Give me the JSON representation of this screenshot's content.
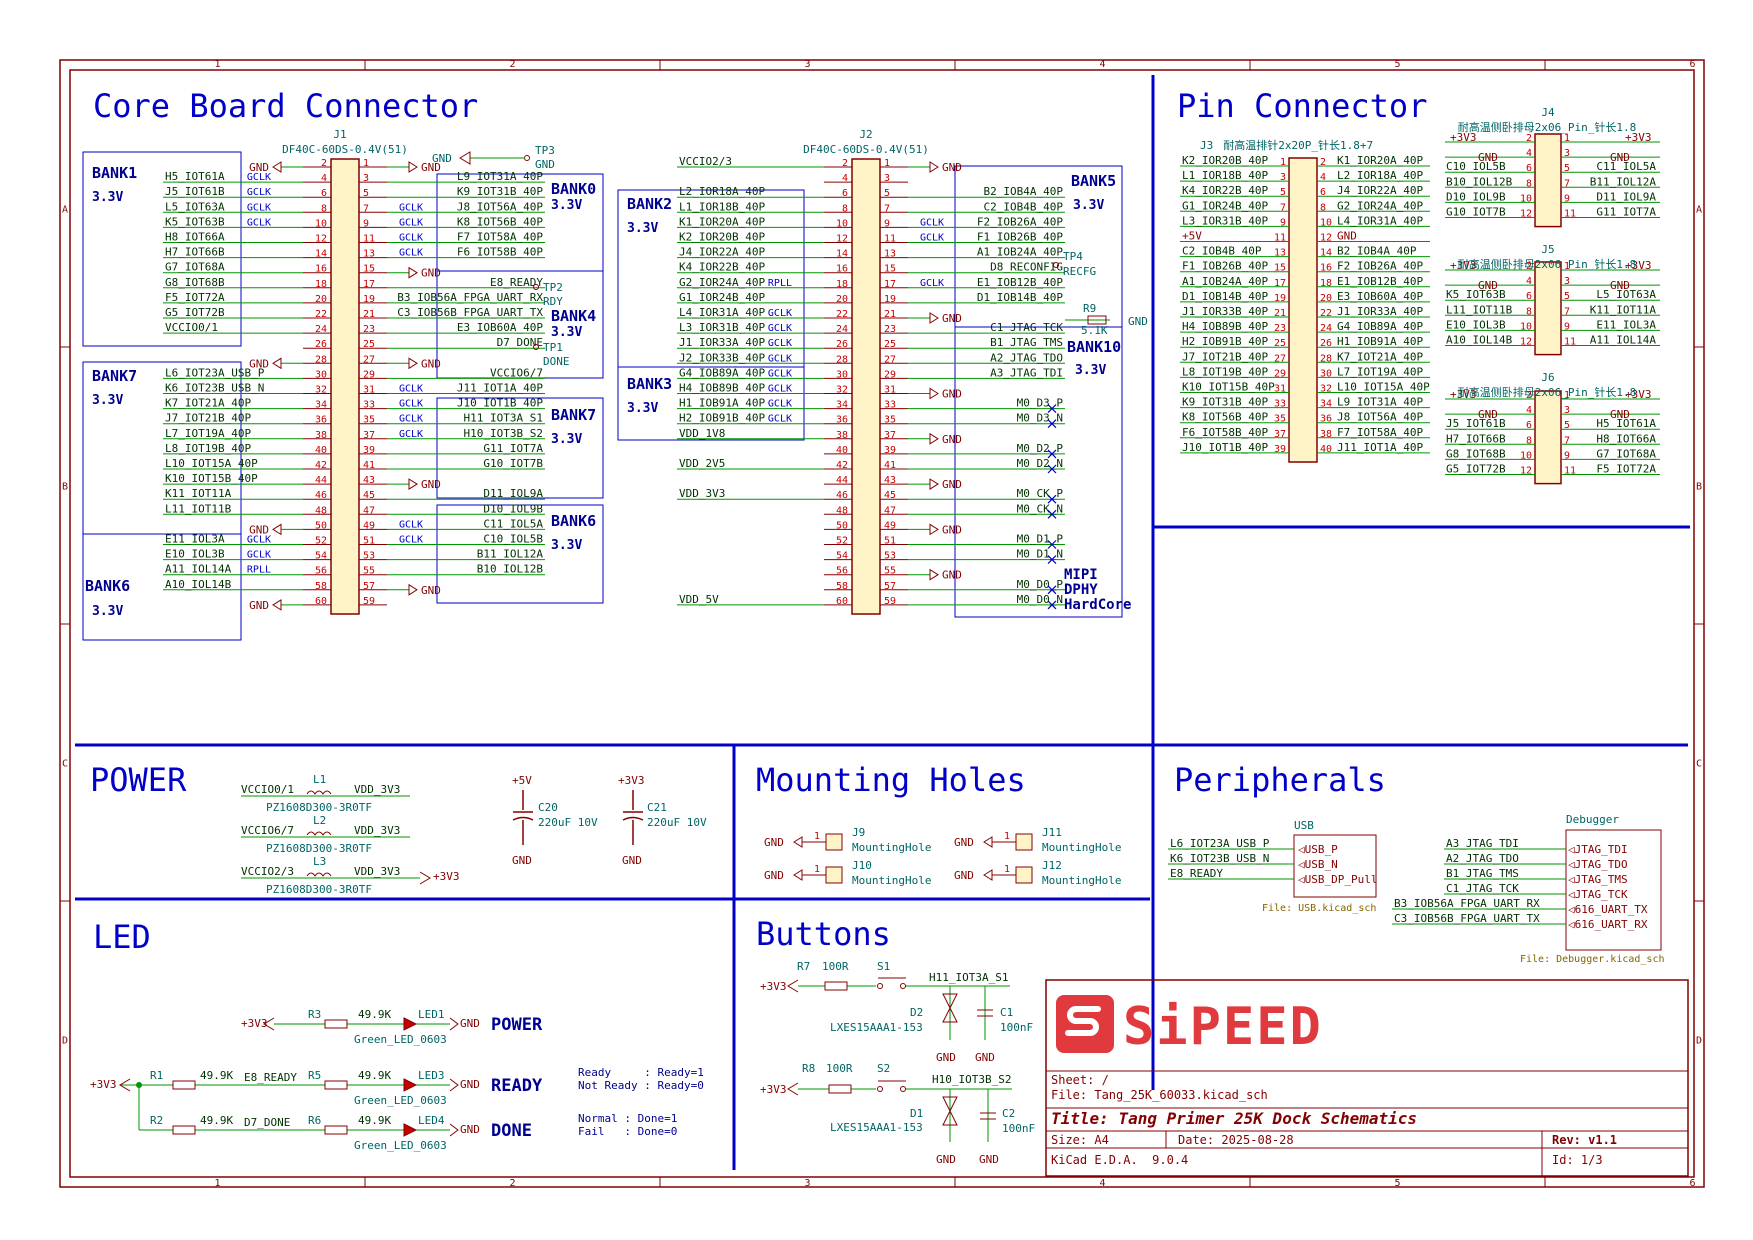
{
  "colors": {
    "frame": "#840000",
    "section": "#0000c8",
    "wire": "#009600",
    "label": "#003000",
    "pin": "#840000",
    "bank": "#000090",
    "heading": "#0000c8",
    "connector_body": "#fff4c8",
    "brand": "#e03a3e"
  },
  "frame": {
    "columns": [
      "1",
      "2",
      "3",
      "4",
      "5",
      "6"
    ],
    "rows": [
      "A",
      "B",
      "C",
      "D"
    ]
  },
  "sections": {
    "core": "Core Board Connector",
    "pin": "Pin Connector",
    "power": "POWER",
    "mounting": "Mounting Holes",
    "peripherals": "Peripherals",
    "led": "LED",
    "buttons": "Buttons"
  },
  "j1": {
    "ref": "J1",
    "value": "DF40C-60DS-0.4V(51)",
    "left_nets": [
      "GND",
      "H5_IOT61A",
      "J5_IOT61B",
      "L5_IOT63A",
      "K5_IOT63B",
      "H8_IOT66A",
      "H7_IOT66B",
      "G7_IOT68A",
      "G8_IOT68B",
      "F5_IOT72A",
      "G5_IOT72B",
      "VCCIO0/1",
      "",
      "GND",
      "L6_IOT23A_USB_P",
      "K6_IOT23B_USB_N",
      "K7_IOT21A_40P",
      "J7_IOT21B_40P",
      "L7_IOT19A_40P",
      "L8_IOT19B_40P",
      "L10_IOT15A_40P",
      "K10_IOT15B_40P",
      "K11_IOT11A",
      "L11_IOT11B",
      "GND",
      "E11_IOL3A",
      "E10_IOL3B",
      "A11_IOL14A",
      "A10_IOL14B",
      "GND"
    ],
    "right_nets": [
      "GND",
      "L9_IOT31A_40P",
      "K9_IOT31B_40P",
      "J8_IOT56A_40P",
      "K8_IOT56B_40P",
      "F7_IOT58A_40P",
      "F6_IOT58B_40P",
      "GND",
      "E8_READY",
      "B3_IOB56A_FPGA_UART_RX",
      "C3_IOB56B_FPGA_UART_TX",
      "E3_IOB60A_40P",
      "D7_DONE",
      "GND",
      "VCCIO6/7",
      "J11_IOT1A_40P",
      "J10_IOT1B_40P",
      "H11_IOT3A_S1",
      "H10_IOT3B_S2",
      "G11_IOT7A",
      "G10_IOT7B",
      "GND",
      "D11_IOL9A",
      "D10_IOL9B",
      "C11_IOL5A",
      "C10_IOL5B",
      "B11_IOL12A",
      "B10_IOL12B",
      "GND",
      ""
    ],
    "left_tags": [
      "",
      "GCLK",
      "GCLK",
      "GCLK",
      "GCLK",
      "",
      "",
      "",
      "",
      "",
      "",
      "",
      "",
      "",
      "",
      "",
      "",
      "",
      "",
      "",
      "",
      "",
      "",
      "",
      "",
      "GCLK",
      "GCLK",
      "RPLL",
      "",
      ""
    ],
    "right_tags": [
      "",
      "",
      "",
      "GCLK",
      "GCLK",
      "GCLK",
      "GCLK",
      "",
      "",
      "",
      "",
      "",
      "",
      "",
      "",
      "GCLK",
      "GCLK",
      "GCLK",
      "GCLK",
      "",
      "",
      "",
      "",
      "",
      "GCLK",
      "GCLK",
      "",
      "",
      "",
      ""
    ]
  },
  "j2": {
    "ref": "J2",
    "value": "DF40C-60DS-0.4V(51)",
    "left_nets": [
      "VCCIO2/3",
      "",
      "L2_IOR18A_40P",
      "L1_IOR18B_40P",
      "K1_IOR20A_40P",
      "K2_IOR20B_40P",
      "J4_IOR22A_40P",
      "K4_IOR22B_40P",
      "G2_IOR24A_40P",
      "G1_IOR24B_40P",
      "L4_IOR31A_40P",
      "L3_IOR31B_40P",
      "J1_IOR33A_40P",
      "J2_IOR33B_40P",
      "G4_IOB89A_40P",
      "H4_IOB89B_40P",
      "H1_IOB91A_40P",
      "H2_IOB91B_40P",
      "VDD_1V8",
      "",
      "VDD_2V5",
      "",
      "VDD_3V3",
      "",
      "",
      "",
      "",
      "",
      "",
      "VDD_5V"
    ],
    "right_nets": [
      "GND",
      "",
      "B2_IOB4A_40P",
      "C2_IOB4B_40P",
      "F2_IOB26A_40P",
      "F1_IOB26B_40P",
      "A1_IOB24A_40P",
      "D8_RECONFIG",
      "E1_IOB12B_40P",
      "D1_IOB14B_40P",
      "GND",
      "C1_JTAG_TCK",
      "B1_JTAG_TMS",
      "A2_JTAG_TDO",
      "A3_JTAG_TDI",
      "GND",
      "M0_D3_P",
      "M0_D3_N",
      "GND",
      "M0_D2_P",
      "M0_D2_N",
      "GND",
      "M0_CK_P",
      "M0_CK_N",
      "GND",
      "M0_D1_P",
      "M0_D1_N",
      "GND",
      "M0_D0_P",
      "M0_D0_N"
    ],
    "left_tags": [
      "",
      "",
      "",
      "",
      "",
      "",
      "",
      "",
      "RPLL",
      "",
      "GCLK",
      "GCLK",
      "GCLK",
      "GCLK",
      "GCLK",
      "GCLK",
      "GCLK",
      "GCLK",
      "",
      "",
      "",
      "",
      "",
      "",
      "",
      "",
      "",
      "",
      "",
      ""
    ],
    "right_tags": [
      "",
      "",
      "",
      "",
      "GCLK",
      "GCLK",
      "",
      "",
      "GCLK",
      "",
      "",
      "",
      "",
      "",
      "",
      "",
      "",
      "",
      "",
      "",
      "",
      "",
      "",
      "",
      "",
      "",
      "",
      "",
      "",
      ""
    ]
  },
  "banks": {
    "bank1": [
      "BANK1",
      "3.3V"
    ],
    "bank7a": [
      "BANK7",
      "3.3V"
    ],
    "bank6a": [
      "BANK6",
      "3.3V"
    ],
    "bank0": [
      "BANK0",
      "3.3V"
    ],
    "bank4": [
      "BANK4",
      "3.3V"
    ],
    "bank7b": [
      "BANK7",
      "3.3V"
    ],
    "bank6b": [
      "BANK6",
      "3.3V"
    ],
    "bank2": [
      "BANK2",
      "3.3V"
    ],
    "bank3": [
      "BANK3",
      "3.3V"
    ],
    "bank5": [
      "BANK5",
      "3.3V"
    ],
    "bank10": [
      "BANK10",
      "3.3V"
    ],
    "mipi": [
      "MIPI",
      "DPHY",
      "HardCore"
    ]
  },
  "testpoints": {
    "tp3": [
      "TP3",
      "GND"
    ],
    "tp2": [
      "TP2",
      "RDY"
    ],
    "tp1": [
      "TP1",
      "DONE"
    ],
    "tp4": [
      "TP4",
      "RECFG"
    ]
  },
  "r9": [
    "R9",
    "5.1K",
    "GND"
  ],
  "j3": {
    "ref": "J3",
    "value": "耐高温排针2x20P_针长1.8+7",
    "left": [
      "K2_IOR20B_40P",
      "L1_IOR18B_40P",
      "K4_IOR22B_40P",
      "G1_IOR24B_40P",
      "L3_IOR31B_40P",
      "+5V",
      "C2_IOB4B_40P",
      "F1_IOB26B_40P",
      "A1_IOB24A_40P",
      "D1_IOB14B_40P",
      "J1_IOR33B_40P",
      "H4_IOB89B_40P",
      "H2_IOB91B_40P",
      "J7_IOT21B_40P",
      "L8_IOT19B_40P",
      "K10_IOT15B_40P",
      "K9_IOT31B_40P",
      "K8_IOT56B_40P",
      "F6_IOT58B_40P",
      "J10_IOT1B_40P"
    ],
    "right": [
      "K1_IOR20A_40P",
      "L2_IOR18A_40P",
      "J4_IOR22A_40P",
      "G2_IOR24A_40P",
      "L4_IOR31A_40P",
      "GND",
      "B2_IOB4A_40P",
      "F2_IOB26A_40P",
      "E1_IOB12B_40P",
      "E3_IOB60A_40P",
      "J1_IOR33A_40P",
      "G4_IOB89A_40P",
      "H1_IOB91A_40P",
      "K7_IOT21A_40P",
      "L7_IOT19A_40P",
      "L10_IOT15A_40P",
      "L9_IOT31A_40P",
      "J8_IOT56A_40P",
      "F7_IOT58A_40P",
      "J11_IOT1A_40P"
    ]
  },
  "hdr_pwr": [
    "+3V3",
    "GND"
  ],
  "j4": {
    "ref": "J4",
    "value": "耐高温侧卧排母2x06_Pin_针长1.8",
    "left": [
      "",
      "",
      "C10_IOL5B",
      "B10_IOL12B",
      "D10_IOL9B",
      "G10_IOT7B"
    ],
    "right": [
      "",
      "",
      "C11_IOL5A",
      "B11_IOL12A",
      "D11_IOL9A",
      "G11_IOT7A"
    ]
  },
  "j5": {
    "ref": "J5",
    "value": "耐高温侧卧排母2x06_Pin_针长1.8",
    "left": [
      "",
      "",
      "K5_IOT63B",
      "L11_IOT11B",
      "E10_IOL3B",
      "A10_IOL14B"
    ],
    "right": [
      "",
      "",
      "L5_IOT63A",
      "K11_IOT11A",
      "E11_IOL3A",
      "A11_IOL14A"
    ]
  },
  "j6": {
    "ref": "J6",
    "value": "耐高温侧卧排母2x06_Pin_针长1.8",
    "left": [
      "",
      "",
      "J5_IOT61B",
      "H7_IOT66B",
      "G8_IOT68B",
      "G5_IOT72B"
    ],
    "right": [
      "",
      "",
      "H5_IOT61A",
      "H8_IOT66A",
      "G7_IOT68A",
      "F5_IOT72A"
    ]
  },
  "power": {
    "l1": [
      "VCCIO0/1",
      "L1",
      "VDD_3V3",
      "PZ1608D300-3R0TF"
    ],
    "l2": [
      "VCCIO6/7",
      "L2",
      "VDD_3V3",
      "PZ1608D300-3R0TF"
    ],
    "l3": [
      "VCCIO2/3",
      "L3",
      "VDD_3V3",
      "PZ1608D300-3R0TF",
      "+3V3"
    ],
    "c20": [
      "+5V",
      "C20",
      "220uF 10V",
      "GND"
    ],
    "c21": [
      "+3V3",
      "C21",
      "220uF 10V",
      "GND"
    ]
  },
  "mounting": {
    "j9": [
      "GND",
      "1",
      "J9",
      "MountingHole"
    ],
    "j10": [
      "GND",
      "1",
      "J10",
      "MountingHole"
    ],
    "j11": [
      "GND",
      "1",
      "J11",
      "MountingHole"
    ],
    "j12": [
      "GND",
      "1",
      "J12",
      "MountingHole"
    ]
  },
  "usb": {
    "title": "USB",
    "nets": [
      "L6_IOT23A_USB_P",
      "K6_IOT23B_USB_N",
      "E8_READY"
    ],
    "pins": [
      "USB_P",
      "USB_N",
      "USB_DP_Pull"
    ],
    "file": "File: USB.kicad_sch"
  },
  "debugger": {
    "title": "Debugger",
    "nets": [
      "A3_JTAG_TDI",
      "A2_JTAG_TDO",
      "B1_JTAG_TMS",
      "C1_JTAG_TCK",
      "B3_IOB56A_FPGA_UART_RX",
      "C3_IOB56B_FPGA_UART_TX"
    ],
    "pins": [
      "JTAG_TDI",
      "JTAG_TDO",
      "JTAG_TMS",
      "JTAG_TCK",
      "616_UART_TX",
      "616_UART_RX"
    ],
    "file": "File: Debugger.kicad_sch"
  },
  "led": {
    "row1": [
      "+3V3",
      "R3",
      "49.9K",
      "LED1",
      "GND",
      "POWER",
      "Green_LED_0603"
    ],
    "row2": [
      "+3V3",
      "R1",
      "49.9K",
      "E8_READY",
      "R5",
      "49.9K",
      "LED3",
      "GND",
      "READY",
      "Green_LED_0603"
    ],
    "row3": [
      "R2",
      "49.9K",
      "D7_DONE",
      "R6",
      "49.9K",
      "LED4",
      "GND",
      "DONE",
      "Green_LED_0603"
    ],
    "note1": [
      "Ready     : Ready=1",
      "Not Ready : Ready=0"
    ],
    "note2": [
      "Normal : Done=1",
      "Fail   : Done=0"
    ]
  },
  "buttons": {
    "b1": [
      "+3V3",
      "R7",
      "100R",
      "S1",
      "H11_IOT3A_S1",
      "D2",
      "LXES15AAA1-153",
      "C1",
      "100nF",
      "GND",
      "GND"
    ],
    "b2": [
      "+3V3",
      "R8",
      "100R",
      "S2",
      "H10_IOT3B_S2",
      "D1",
      "LXES15AAA1-153",
      "C2",
      "100nF",
      "GND",
      "GND"
    ]
  },
  "title_block": {
    "logo": "SiPEED",
    "sheet": "Sheet: /",
    "file": "File: Tang_25K_60033.kicad_sch",
    "title": "Title: Tang Primer 25K Dock Schematics",
    "size": "Size: A4",
    "date": "Date: 2025-08-28",
    "rev": "Rev: v1.1",
    "tool": "KiCad E.D.A.  9.0.4",
    "id": "Id: 1/3"
  }
}
